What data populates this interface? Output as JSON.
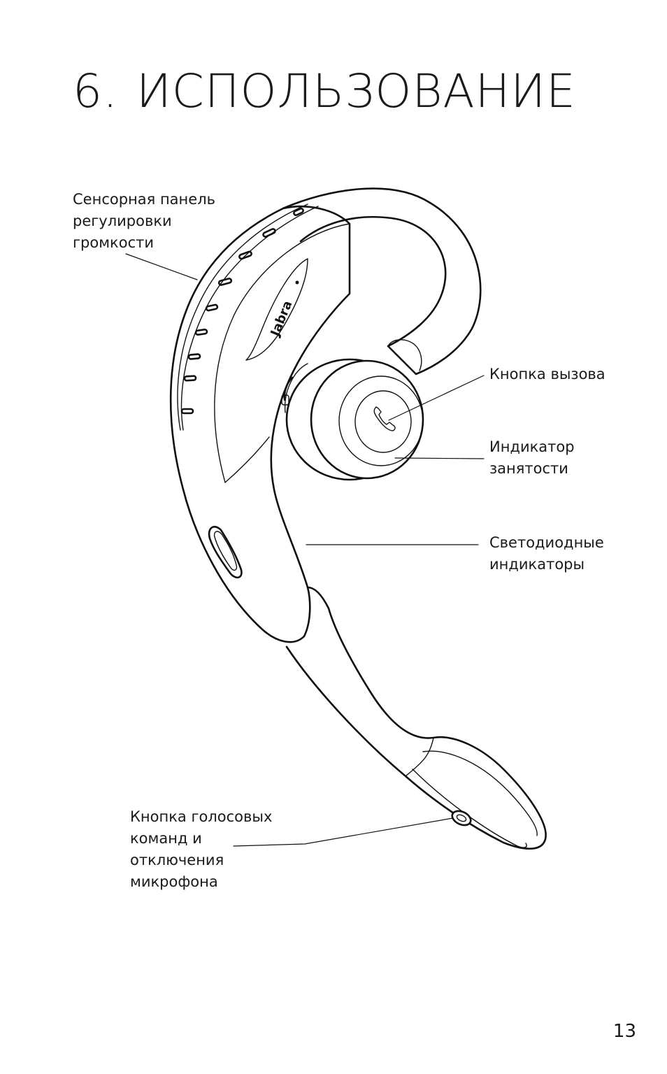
{
  "title": {
    "number": "6.",
    "text": "ИСПОЛЬЗОВАНИЕ"
  },
  "brand_logo_text": "Jabra",
  "callouts": {
    "volume_panel": [
      "Сенсорная панель",
      "регулировки",
      "громкости"
    ],
    "call_button": [
      "Кнопка вызова"
    ],
    "busy_indicator": [
      "Индикатор",
      "занятости"
    ],
    "led_indicators": [
      "Светодиодные",
      "индикаторы"
    ],
    "voice_mute_button": [
      "Кнопка голосовых",
      "команд и",
      "отключения",
      "микрофона"
    ]
  },
  "page_number": "13"
}
